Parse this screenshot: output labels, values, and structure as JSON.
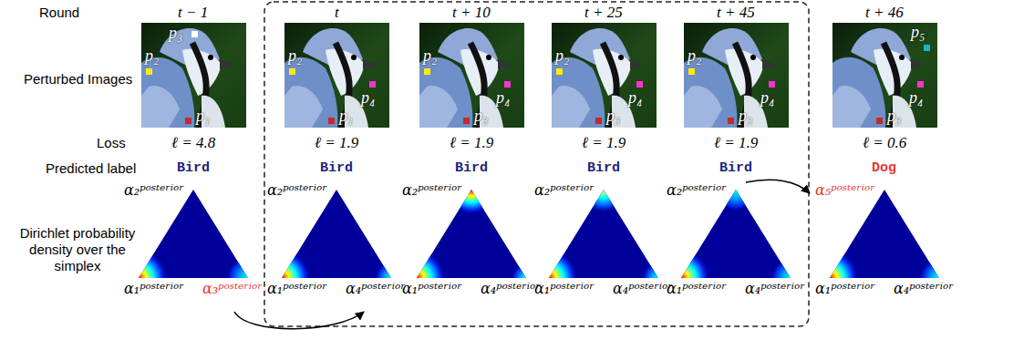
{
  "diagram": {
    "nodes": [
      {
        "text": [
          "p₃",
          "p₂",
          "p₁"
        ]
      },
      {
        "text": [
          "p₂",
          "p₄",
          "p₁"
        ]
      },
      {
        "text": [
          "p₂",
          "p₄",
          "p₃"
        ]
      },
      {
        "text": [
          "p₂",
          "p₄",
          "p₃"
        ]
      },
      {
        "text": [
          "p₂",
          "p₄",
          "p₃"
        ]
      },
      {
        "text": [
          "p₅",
          "p₄",
          "p₃"
        ]
      },
      {
        "text": [
          "α₂ᵖᵒˢᵗᵉʳⁱᵒʳ",
          "α₁ᵖᵒˢᵗᵉʳⁱᵒʳ",
          "α₃ᵖᵒˢᵗᵉʳⁱᵒʳ"
        ]
      },
      {
        "text": [
          "α₂ᵖᵒˢᵗᵉʳⁱᵒʳ",
          "α₁ᵖᵒˢᵗᵉʳⁱᵒʳ",
          "α₄ᵖᵒˢᵗᵉʳⁱᵒʳ"
        ]
      },
      {
        "text": [
          "α₂ᵖᵒˢᵗᵉʳⁱᵒʳ",
          "α₁ᵖᵒˢᵗᵉʳⁱᵒʳ",
          "α₄ᵖᵒˢᵗᵉʳⁱᵒʳ"
        ]
      },
      {
        "text": [
          "α₂ᵖᵒˢᵗᵉʳⁱᵒʳ",
          "α₁ᵖᵒˢᵗᵉʳⁱᵒʳ",
          "α₄ᵖᵒˢᵗᵉʳⁱᵒʳ"
        ]
      },
      {
        "text": [
          "α₂ᵖᵒˢᵗᵉʳⁱᵒʳ",
          "α₁ᵖᵒˢᵗᵉʳⁱᵒʳ",
          "α₄ᵖᵒˢᵗᵉʳⁱᵒʳ"
        ]
      },
      {
        "text": [
          "α₅ᵖᵒˢᵗᵉʳⁱᵒʳ",
          "α₁ᵖᵒˢᵗᵉʳⁱᵒʳ",
          "α₄ᵖᵒˢᵗᵉʳⁱᵒʳ"
        ]
      }
    ],
    "edges": [
      {
        "from": 6,
        "to": 7,
        "arrow": "to"
      },
      {
        "from": 10,
        "to": 11,
        "arrow": "to"
      }
    ],
    "labels": [
      "Round",
      "t − 1",
      "t",
      "t + 10",
      "t + 25",
      "t + 45",
      "t + 46",
      "Perturbed Images",
      "Loss",
      "ℓ = 4.8",
      "ℓ = 1.9",
      "ℓ = 1.9",
      "ℓ = 1.9",
      "ℓ = 1.9",
      "ℓ = 0.6",
      "Predicted label",
      "Bird",
      "Bird",
      "Bird",
      "Bird",
      "Bird",
      "Dog",
      "Dirichlet probability density over the simplex"
    ]
  }
}
